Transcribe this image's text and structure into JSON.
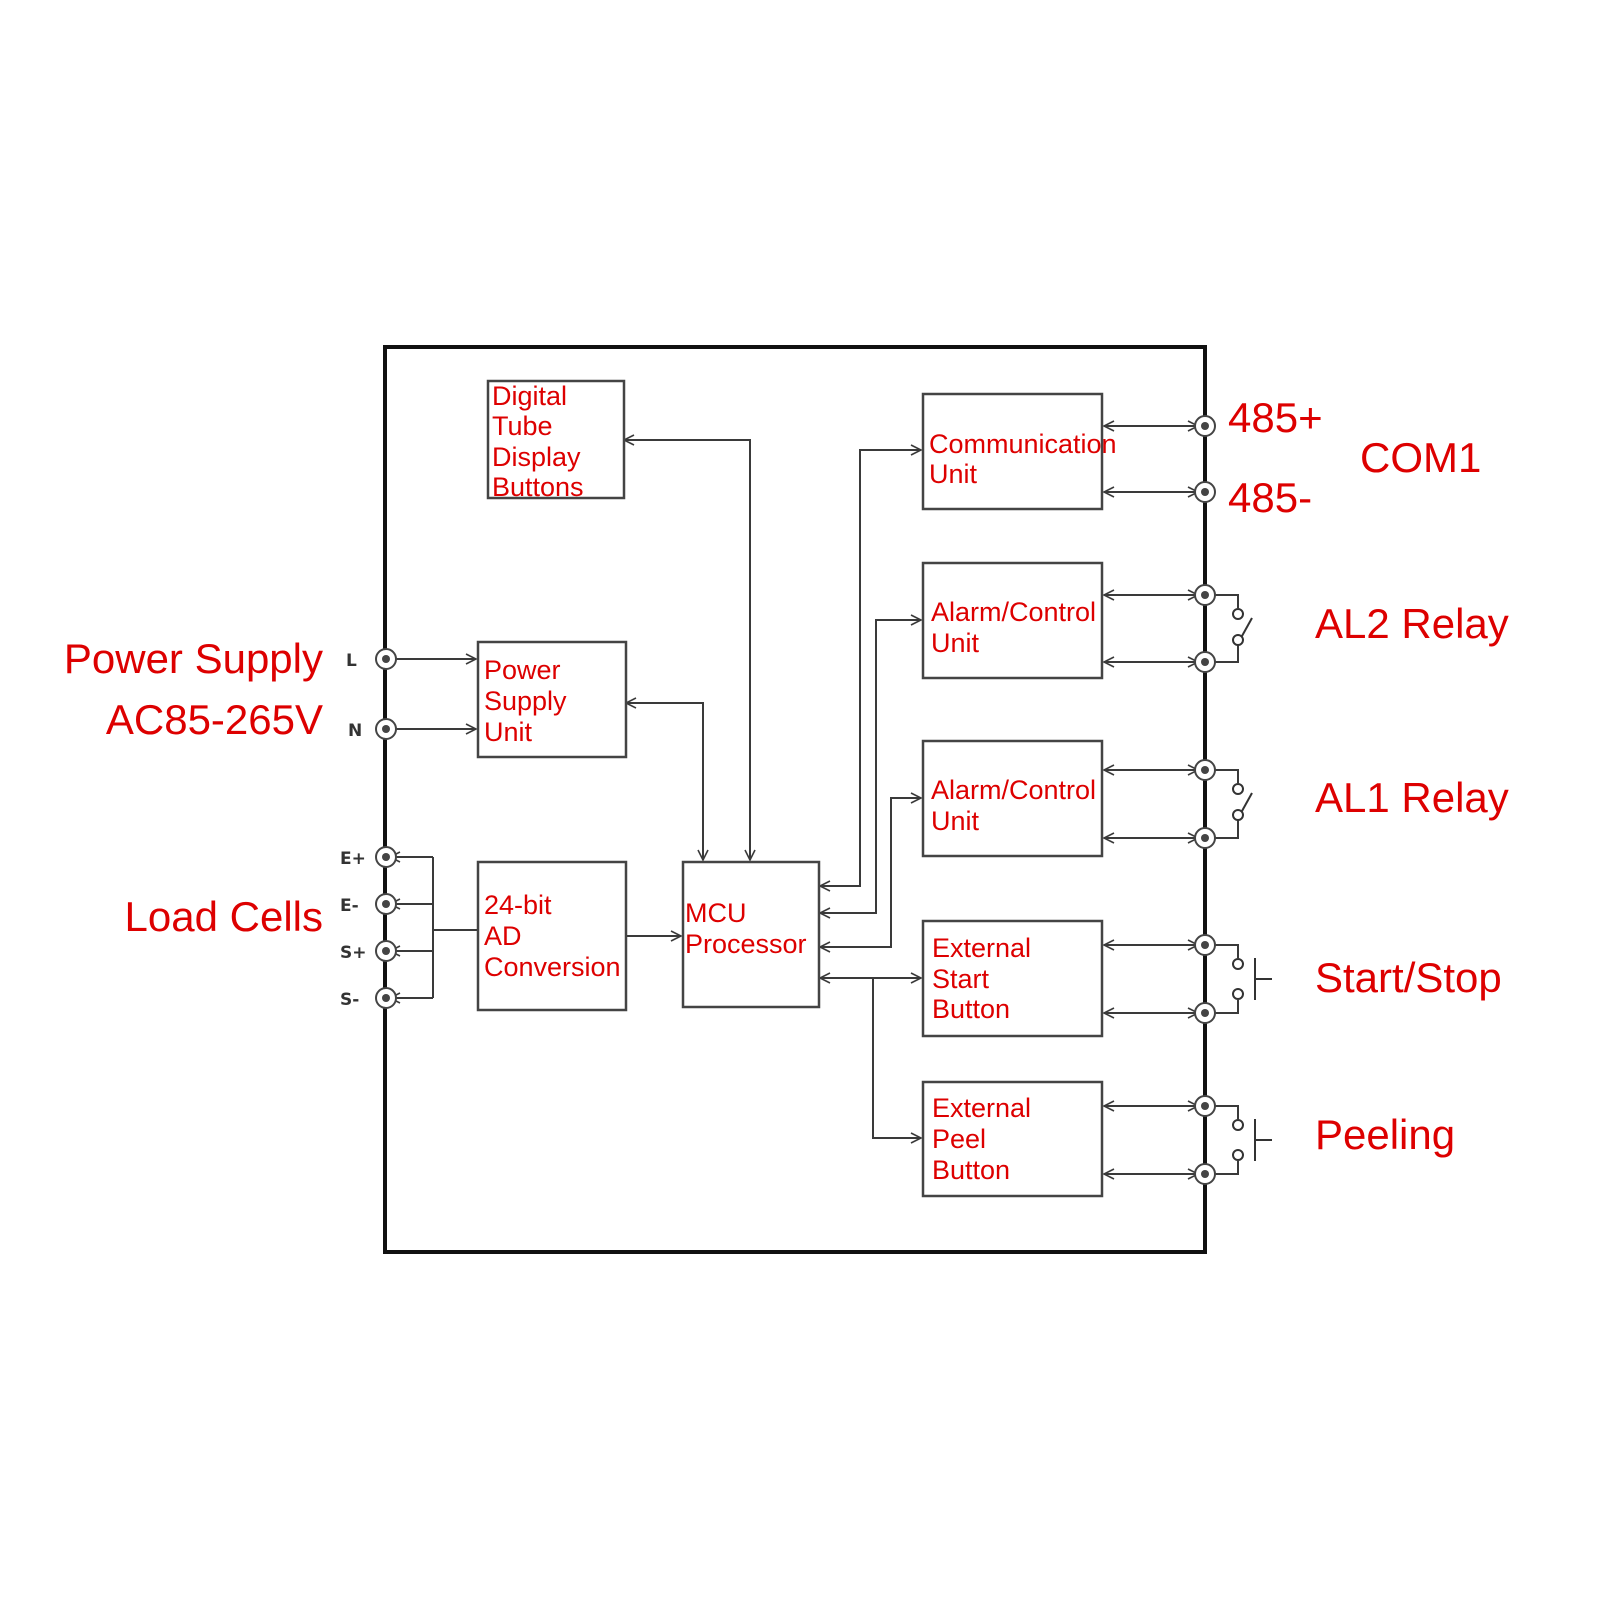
{
  "blocks": {
    "display": [
      "Digital",
      "Tube",
      "Display",
      "Buttons"
    ],
    "power_unit": [
      "Power",
      "Supply",
      "Unit"
    ],
    "ad_conversion": [
      "24-bit",
      "AD",
      "Conversion"
    ],
    "mcu": [
      "MCU",
      "Processor"
    ],
    "comm_unit": [
      "Communication",
      "Unit"
    ],
    "alarm2_unit": [
      "Alarm/Control",
      "Unit"
    ],
    "alarm1_unit": [
      "Alarm/Control",
      "Unit"
    ],
    "start_unit": [
      "External",
      "Start",
      "Button"
    ],
    "peel_unit": [
      "External",
      "Peel",
      "Button"
    ]
  },
  "pins": {
    "L": "L",
    "N": "N",
    "e_plus": "E+",
    "e_minus": "E-",
    "s_plus": "S+",
    "s_minus": "S-"
  },
  "external": {
    "power_supply": "Power Supply",
    "power_voltage": "AC85-265V",
    "load_cells": "Load Cells",
    "rs485_plus": "485+",
    "rs485_minus": "485-",
    "com1": "COM1",
    "al2_relay": "AL2 Relay",
    "al1_relay": "AL1 Relay",
    "start_stop": "Start/Stop",
    "peeling": "Peeling"
  },
  "colors": {
    "label": "#dd0000",
    "line": "#3a3a3a",
    "frame": "#111111",
    "background": "#ffffff"
  }
}
